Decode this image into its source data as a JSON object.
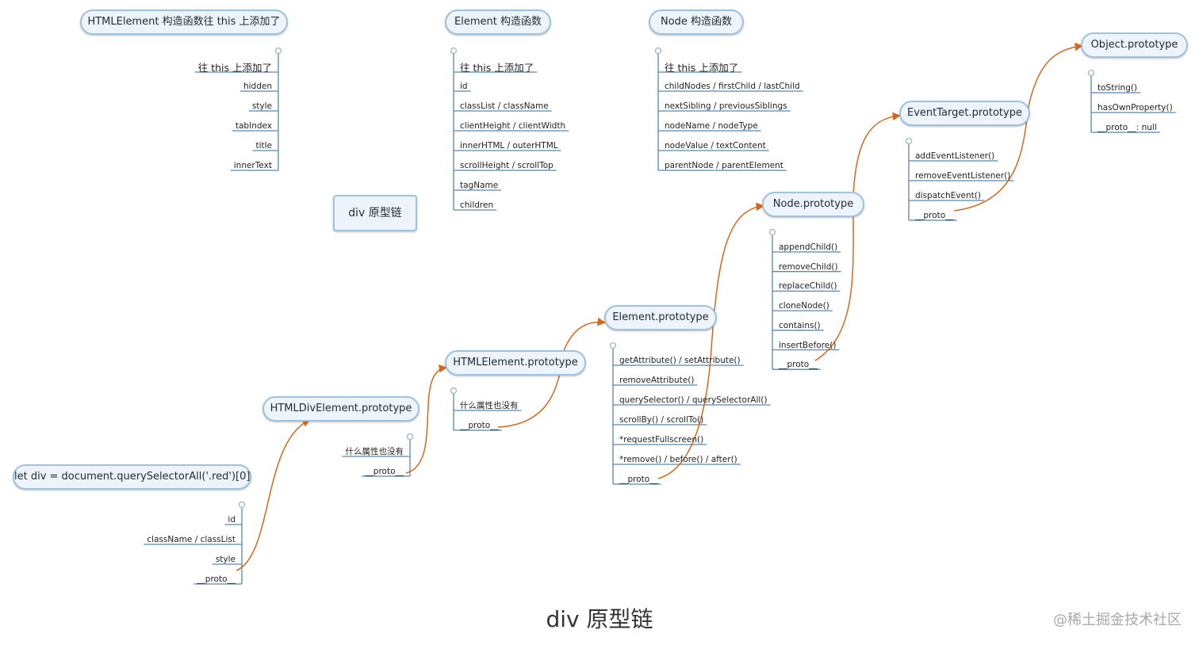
{
  "caption": "div 原型链",
  "watermark": "@稀土掘金技术社区",
  "center_label": "div 原型链",
  "colors": {
    "node_border": "#9fc2df",
    "node_fill": "#edf4fb",
    "branch": "#5b87ad",
    "arrow": "#d2691e"
  },
  "groups": {
    "htmlelement_ctor": {
      "title": "HTMLElement 构造函数往 this 上添加了",
      "items": [
        "往 this 上添加了",
        "hidden",
        "style",
        "tabIndex",
        "title",
        "innerText"
      ]
    },
    "element_ctor": {
      "title": "Element 构造函数",
      "items": [
        "往 this 上添加了",
        "id",
        "classList / className",
        "clientHeight / clientWidth",
        "innerHTML / outerHTML",
        "scrollHeight / scrollTop",
        "tagName",
        "children"
      ]
    },
    "node_ctor": {
      "title": "Node 构造函数",
      "items": [
        "往 this 上添加了",
        "childNodes / firstChild / lastChild",
        "nextSibling / previousSiblings",
        "nodeName / nodeType",
        "nodeValue / textContent",
        "parentNode / parentElement"
      ]
    },
    "div_instance": {
      "title": "let div = document.querySelectorAll('.red')[0]",
      "items": [
        "id",
        "className / classList",
        "style",
        "__proto__"
      ]
    },
    "htmldivelement_proto": {
      "title": "HTMLDivElement.prototype",
      "items": [
        "什么属性也没有",
        "__proto__"
      ]
    },
    "htmlelement_proto": {
      "title": "HTMLElement.prototype",
      "items": [
        "什么属性也没有",
        "__proto__"
      ]
    },
    "element_proto": {
      "title": "Element.prototype",
      "items": [
        "getAttribute() / setAttribute()",
        "removeAttribute()",
        "querySelector() / querySelectorAll()",
        "scrollBy() / scrollTo()",
        "*requestFullscreen()",
        "*remove() / before() / after()",
        "__proto__"
      ]
    },
    "node_proto": {
      "title": "Node.prototype",
      "items": [
        "appendChild()",
        "removeChild()",
        "replaceChild()",
        "cloneNode()",
        "contains()",
        "insertBefore()",
        "__proto__"
      ]
    },
    "eventtarget_proto": {
      "title": "EventTarget.prototype",
      "items": [
        "addEventListener()",
        "removeEventListener()",
        "dispatchEvent()",
        "__proto__"
      ]
    },
    "object_proto": {
      "title": "Object.prototype",
      "items": [
        "toString()",
        "hasOwnProperty()",
        "__proto__: null"
      ]
    }
  }
}
